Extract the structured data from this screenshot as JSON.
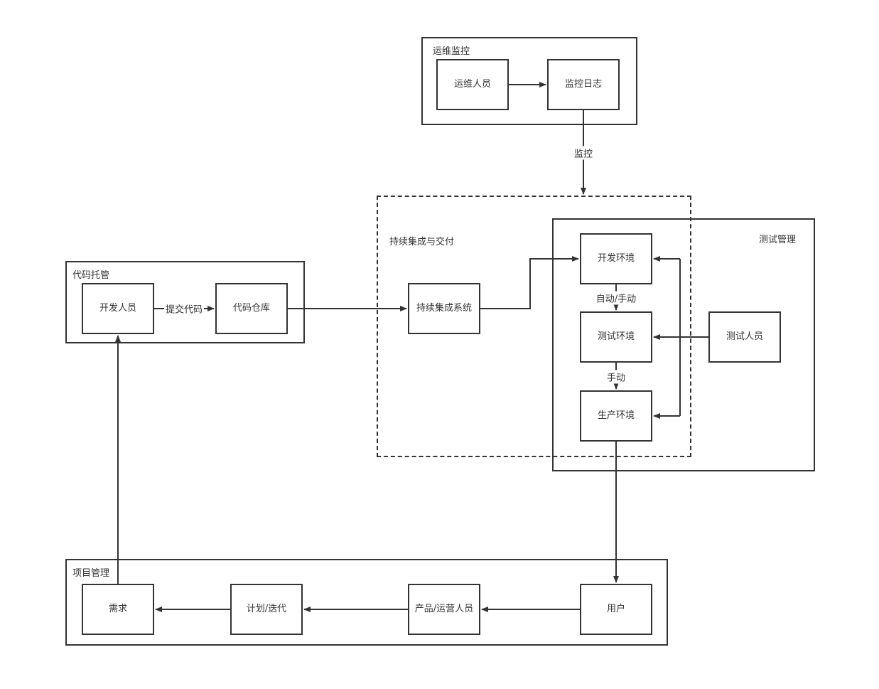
{
  "colors": {
    "stroke": "#333333",
    "background": "#ffffff"
  },
  "groups": {
    "ops": "运维监控",
    "ci": "持续集成与交付",
    "test": "测试管理",
    "code": "代码托管",
    "project": "项目管理"
  },
  "nodes": {
    "ops_staff": "运维人员",
    "monitor_log": "监控日志",
    "developer": "开发人员",
    "code_repo": "代码仓库",
    "ci_system": "持续集成系统",
    "dev_env": "开发环境",
    "test_env": "测试环境",
    "prod_env": "生产环境",
    "tester": "测试人员",
    "requirement": "需求",
    "plan": "计划/迭代",
    "product_ops": "产品/运营人员",
    "user": "用户"
  },
  "edge_labels": {
    "monitor": "监控",
    "commit": "提交代码",
    "auto_manual": "自动/手动",
    "manual": "手动"
  }
}
